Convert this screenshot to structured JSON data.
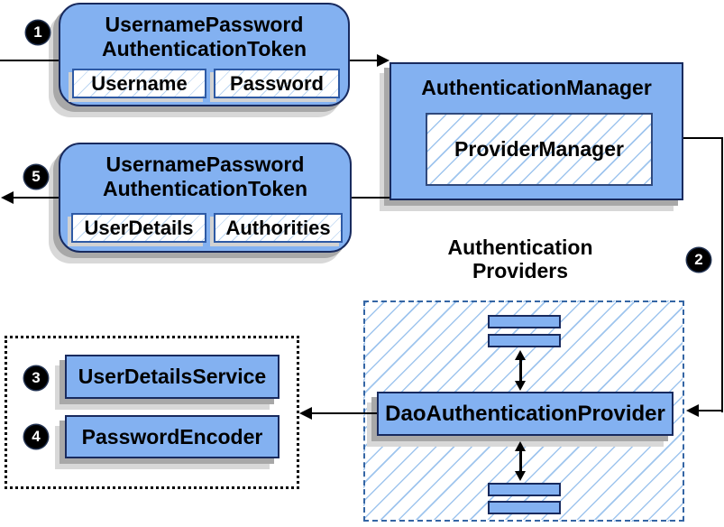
{
  "colors": {
    "box_fill": "#83b1f1",
    "box_border": "#182a5e",
    "field_border": "#2e5aa5",
    "hatch_blue": "#9fc5ee",
    "dashed_border": "#3465a4",
    "shadow_dark": "#a8a8a8",
    "shadow_light": "#d8d8d8",
    "line_black": "#000000"
  },
  "steps": [
    {
      "label": "1"
    },
    {
      "label": "2"
    },
    {
      "label": "3"
    },
    {
      "label": "4"
    },
    {
      "label": "5"
    }
  ],
  "token_request": {
    "title_line1": "UsernamePassword",
    "title_line2": "AuthenticationToken",
    "fields": [
      "Username",
      "Password"
    ]
  },
  "auth_manager": {
    "title": "AuthenticationManager",
    "inner": "ProviderManager"
  },
  "token_response": {
    "title_line1": "UsernamePassword",
    "title_line2": "AuthenticationToken",
    "fields": [
      "UserDetails",
      "Authorities"
    ]
  },
  "providers": {
    "label_line1": "Authentication",
    "label_line2": "Providers",
    "main": "DaoAuthenticationProvider"
  },
  "services": {
    "items": [
      "UserDetailsService",
      "PasswordEncoder"
    ]
  }
}
